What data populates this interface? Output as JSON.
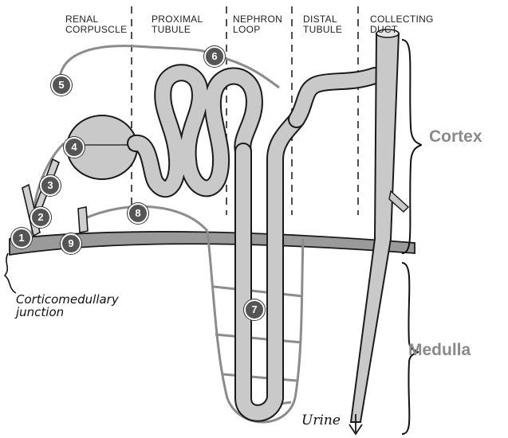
{
  "segments": {
    "renal_corpuscle": "RENAL CORPUSCLE",
    "proximal_tubule": "PROXIMAL TUBULE",
    "nephron_loop": "NEPHRON LOOP",
    "distal_tubule": "DISTAL TUBULE",
    "collecting_duct": "COLLECTING DUCT"
  },
  "regions": {
    "cortex": "Cortex",
    "medulla": "Medulla",
    "junction": "Corticomedullary junction"
  },
  "outflow": "Urine",
  "markers": [
    "1",
    "2",
    "3",
    "4",
    "5",
    "6",
    "7",
    "8",
    "9"
  ],
  "colors": {
    "tubule_fill": "#c9c9c9",
    "outline": "#1a1a1a",
    "vessel": "#9a9a9a",
    "marker_fill": "#555555",
    "region_text": "#8a8a8a"
  }
}
